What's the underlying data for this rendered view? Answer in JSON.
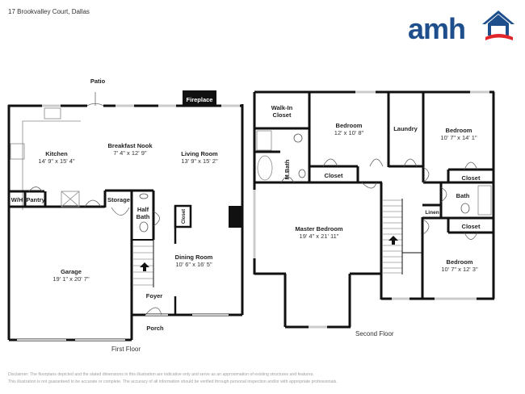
{
  "header": {
    "address": "17 Brookvalley Court, Dallas",
    "logo_text": "amh",
    "colors": {
      "logo_blue": "#1f4e8c",
      "logo_red": "#e0262b",
      "wall": "#111111"
    }
  },
  "first_floor": {
    "label": "First Floor",
    "rooms": [
      {
        "name": "Kitchen",
        "dimensions": "14' 9\" x 15' 4\""
      },
      {
        "name": "Breakfast Nook",
        "dimensions": "7' 4\" x 12' 9\""
      },
      {
        "name": "Living Room",
        "dimensions": "13' 9\" x 15' 2\""
      },
      {
        "name": "Garage",
        "dimensions": "19' 1\" x 20' 7\""
      },
      {
        "name": "Dining Room",
        "dimensions": "10' 6\" x 16' 5\""
      }
    ],
    "labels": {
      "patio": "Patio",
      "fireplace": "Fireplace",
      "wh": "W/H",
      "pantry": "Pantry",
      "storage": "Storage",
      "half_bath_1": "Half",
      "half_bath_2": "Bath",
      "closet": "Closet",
      "foyer": "Foyer",
      "porch": "Porch"
    }
  },
  "second_floor": {
    "label": "Second Floor",
    "rooms": [
      {
        "name": "Bedroom",
        "dimensions": "12' x 10' 8\""
      },
      {
        "name": "Bedroom",
        "dimensions": "10' 7\" x 14' 1\""
      },
      {
        "name": "Master Bedroom",
        "dimensions": "19' 4\" x 21' 11\""
      },
      {
        "name": "Bedroom",
        "dimensions": "10' 7\" x 12' 3\""
      }
    ],
    "labels": {
      "walk_in_1": "Walk-In",
      "walk_in_2": "Closet",
      "m_bath": "M.Bath",
      "closet_a": "Closet",
      "laundry": "Laundry",
      "closet_b": "Closet",
      "bath": "Bath",
      "linen": "Linen",
      "closet_c": "Closet"
    }
  },
  "disclaimer": {
    "line1": "Disclaimer: The floorplans depicted and the stated dimensions in this illustration are indicative only and serve as an approximation of existing structures and features.",
    "line2": "This illustration is not guaranteed to be accurate or complete. The accuracy of all information should be verified through personal inspection and/or with appropriate professionals."
  }
}
